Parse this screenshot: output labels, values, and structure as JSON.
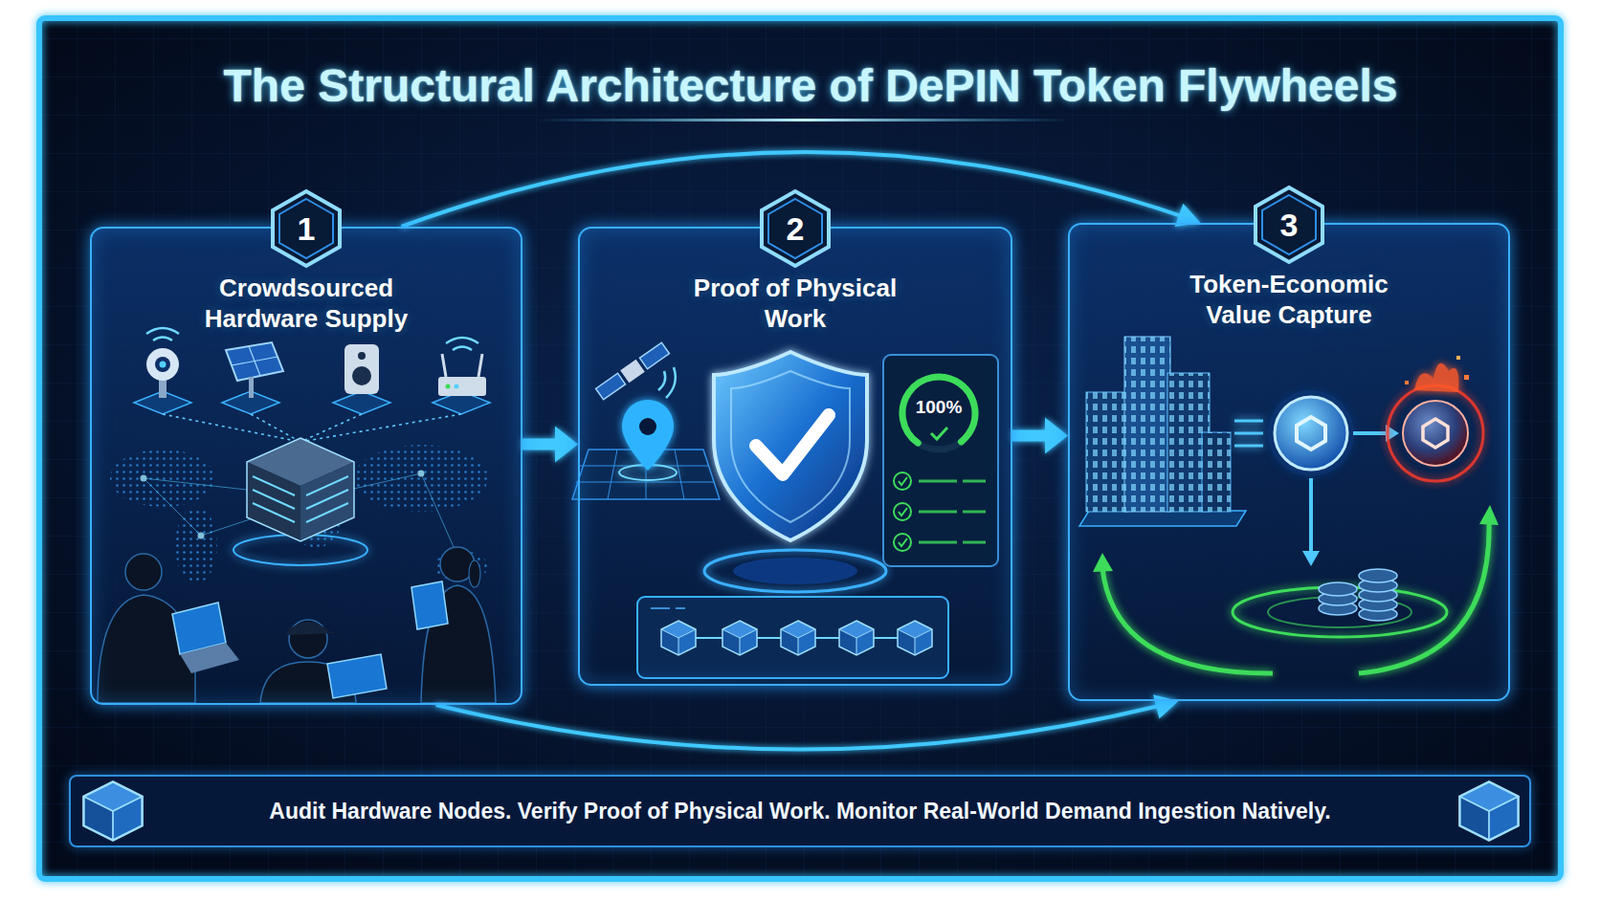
{
  "diagram": {
    "title": "The Structural Architecture of DePIN Token Flywheels",
    "nodes": [
      {
        "text": [
          "1",
          "Crowdsourced Hardware Supply"
        ]
      },
      {
        "text": [
          "2",
          "Proof of Physical Work"
        ]
      },
      {
        "text": [
          "3",
          "Token-Economic Value Capture"
        ]
      },
      {
        "text": [
          "Audit Hardware Nodes. Verify Proof of Physical Work. Monitor Real-World Demand Ingestion Natively."
        ]
      }
    ],
    "edges": [
      {
        "from": 0,
        "to": 1,
        "arrow": "to"
      },
      {
        "from": 1,
        "to": 2,
        "arrow": "to"
      },
      {
        "from": 0,
        "to": 2,
        "arrow": "to"
      },
      {
        "from": 0,
        "to": 2,
        "arrow": "to"
      }
    ],
    "labels": [
      "100%"
    ]
  }
}
